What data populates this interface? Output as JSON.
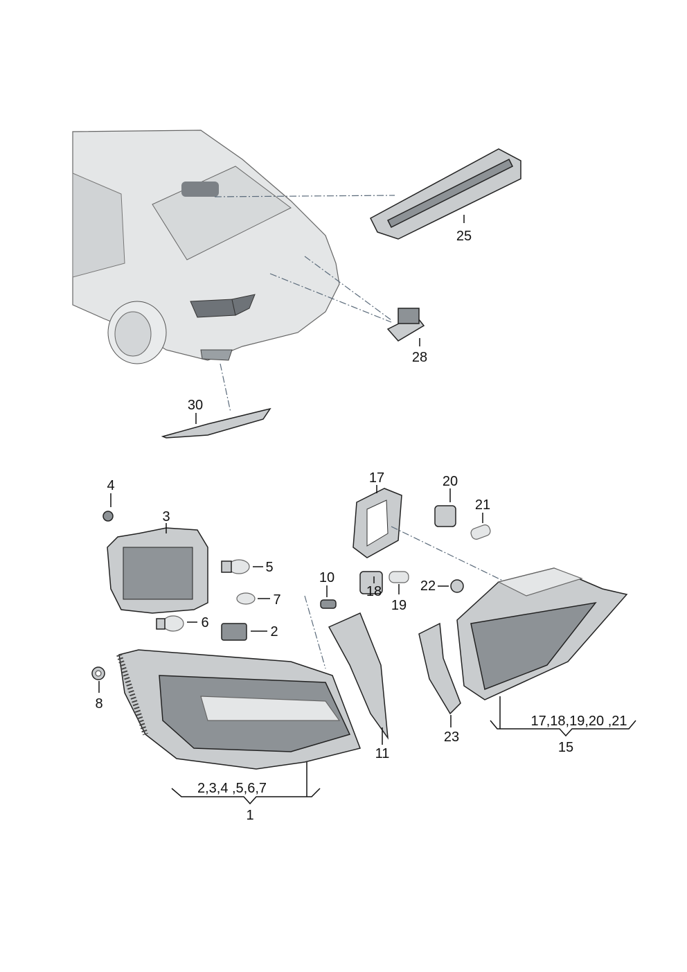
{
  "diagram": {
    "callouts": {
      "c25": "25",
      "c28": "28",
      "c30": "30",
      "c4": "4",
      "c3": "3",
      "c5": "5",
      "c7": "7",
      "c6": "6",
      "c2": "2",
      "c8": "8",
      "c10": "10",
      "c11": "11",
      "c17": "17",
      "c20": "20",
      "c21": "21",
      "c18": "18",
      "c19": "19",
      "c22": "22",
      "c23": "23",
      "c15": "15",
      "c1": "1"
    },
    "groups": {
      "g15_contents": "17,18,19,20 ,21",
      "g1_contents": "2,3,4 ,5,6,7"
    }
  }
}
